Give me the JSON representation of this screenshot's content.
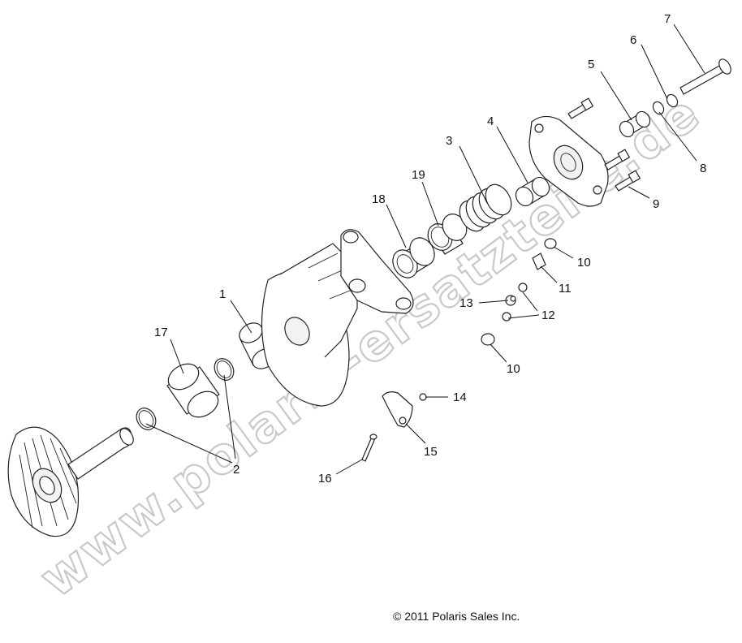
{
  "watermark": "www.polaris-ersatzteile.de",
  "copyright": "© 2011 Polaris Sales Inc.",
  "callouts": [
    {
      "id": "1",
      "text": "1"
    },
    {
      "id": "2",
      "text": "2"
    },
    {
      "id": "3",
      "text": "3"
    },
    {
      "id": "4",
      "text": "4"
    },
    {
      "id": "5",
      "text": "5"
    },
    {
      "id": "6",
      "text": "6"
    },
    {
      "id": "7",
      "text": "7"
    },
    {
      "id": "8",
      "text": "8"
    },
    {
      "id": "9",
      "text": "9"
    },
    {
      "id": "10a",
      "text": "10"
    },
    {
      "id": "10b",
      "text": "10"
    },
    {
      "id": "11",
      "text": "11"
    },
    {
      "id": "12",
      "text": "12"
    },
    {
      "id": "13",
      "text": "13"
    },
    {
      "id": "14",
      "text": "14"
    },
    {
      "id": "15",
      "text": "15"
    },
    {
      "id": "16",
      "text": "16"
    },
    {
      "id": "17",
      "text": "17"
    },
    {
      "id": "18",
      "text": "18"
    },
    {
      "id": "19",
      "text": "19"
    }
  ]
}
